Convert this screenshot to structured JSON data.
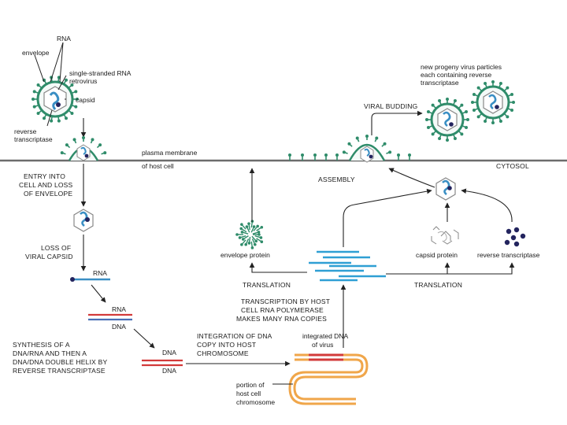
{
  "labels": {
    "rna_top": "RNA",
    "envelope": "envelope",
    "ss_rna_l1": "single-stranded RNA",
    "ss_rna_l2": "retrovirus",
    "capsid": "capsid",
    "rt_l1": "reverse",
    "rt_l2": "transcriptase",
    "pm_l1": "plasma membrane",
    "pm_l2": "of host cell",
    "cytosol": "CYTOSOL",
    "entry_l1": "ENTRY INTO",
    "entry_l2": "CELL AND LOSS",
    "entry_l3": "OF ENVELOPE",
    "loss_l1": "LOSS OF",
    "loss_l2": "VIRAL CAPSID",
    "rna_single": "RNA",
    "rna_hybrid": "RNA",
    "dna_hybrid": "DNA",
    "synth_l1": "SYNTHESIS OF A",
    "synth_l2": "DNA/RNA AND THEN A",
    "synth_l3": "DNA/DNA DOUBLE HELIX BY",
    "synth_l4": "REVERSE TRANSCRIPTASE",
    "dna_ds_1": "DNA",
    "dna_ds_2": "DNA",
    "integ_l1": "INTEGRATION OF DNA",
    "integ_l2": "COPY INTO HOST",
    "integ_l3": "CHROMOSOME",
    "intdna_l1": "integrated DNA",
    "intdna_l2": "of virus",
    "portion_l1": "portion of",
    "portion_l2": "host cell",
    "portion_l3": "chromosome",
    "transcr_l1": "TRANSCRIPTION BY HOST",
    "transcr_l2": "CELL RNA POLYMERASE",
    "transcr_l3": "MAKES MANY RNA COPIES",
    "translation_left": "TRANSLATION",
    "translation_right": "TRANSLATION",
    "envelope_protein": "envelope protein",
    "capsid_protein": "capsid protein",
    "rt_enzyme": "reverse transcriptase",
    "assembly": "ASSEMBLY",
    "budding": "VIRAL BUDDING",
    "progeny_l1": "new progeny virus particles",
    "progeny_l2": "each containing reverse",
    "progeny_l3": "transcriptase"
  },
  "colors": {
    "envelope_green": "#2f8c6a",
    "capsid_blue": "#3a8fc4",
    "rt_navy": "#23245e",
    "rna_red": "#d23a3a",
    "dna_blue": "#4a6fb5",
    "chromosome_orange": "#f0a64a",
    "mrna_cyan": "#2f9fd4"
  }
}
